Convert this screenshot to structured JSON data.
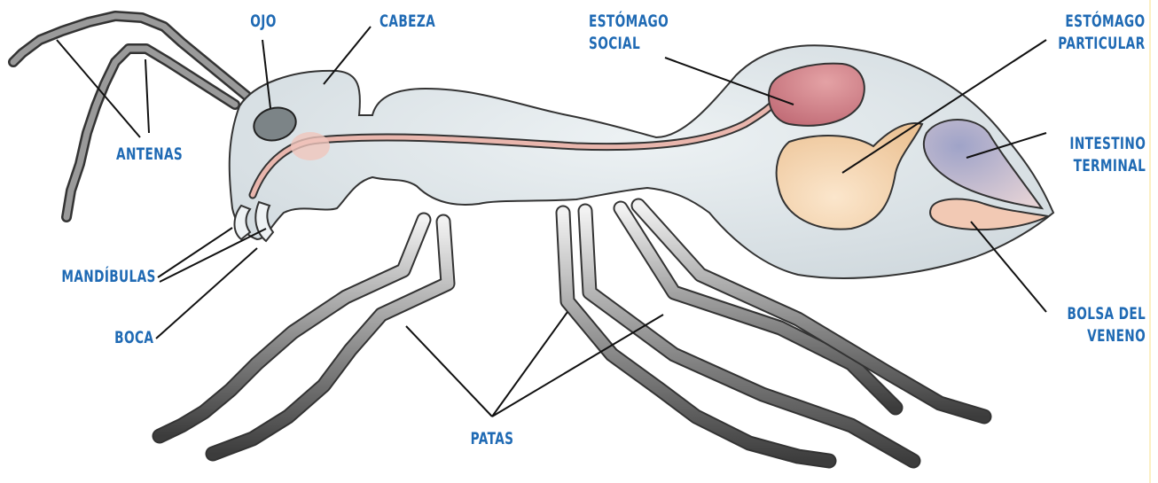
{
  "colors": {
    "label": "#1f6ab4",
    "leader": "#111111",
    "body_fill": "#dfe6ea",
    "body_stroke": "#333333",
    "leg_fill": "#9a9a9a",
    "social_stomach": "#d27f87",
    "private_stomach": "#f4d1a8",
    "hindgut": "#a7a8c8",
    "venom_sac": "#f2c9b4",
    "edge_strip": "#fbf0c4"
  },
  "labels": {
    "ojo": "OJO",
    "cabeza": "CABEZA",
    "estomago_social": [
      "ESTÓMAGO",
      "SOCIAL"
    ],
    "estomago_particular": [
      "ESTÓMAGO",
      "PARTICULAR"
    ],
    "intestino_terminal": [
      "INTESTINO",
      "TERMINAL"
    ],
    "antenas": "ANTENAS",
    "mandibulas": "MANDÍBULAS",
    "boca": "BOCA",
    "bolsa_del_veneno": [
      "BOLSA DEL",
      "VENENO"
    ],
    "patas": "PATAS"
  }
}
